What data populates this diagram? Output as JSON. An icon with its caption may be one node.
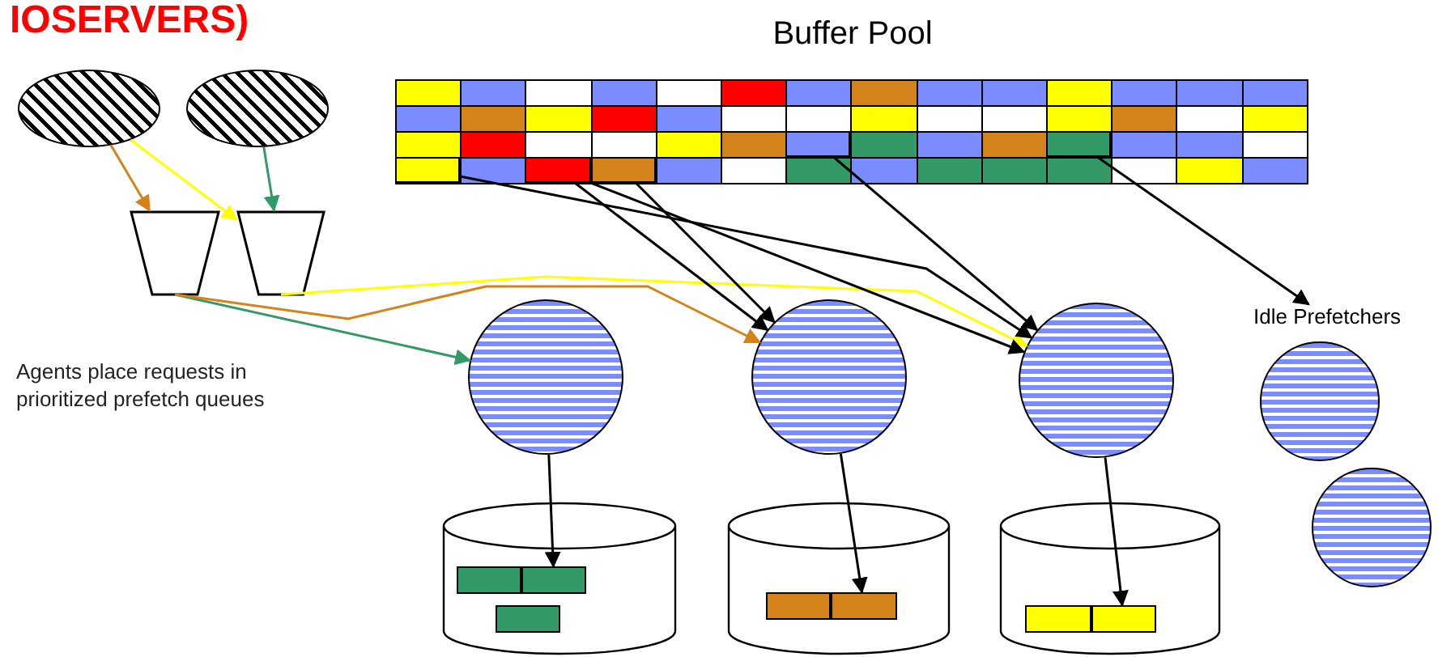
{
  "diagram": {
    "title": "IOSERVERS)",
    "nodes": [
      {
        "text": [],
        "shape": "ellipse"
      },
      {
        "text": [],
        "shape": "ellipse"
      },
      {
        "text": [
          "Buffer Pool"
        ]
      },
      {
        "text": [],
        "shape": "box",
        "in": 2
      },
      {
        "text": [],
        "shape": "box",
        "in": 2
      },
      {
        "text": [],
        "shape": "box",
        "in": 2
      },
      {
        "text": [],
        "shape": "box",
        "in": 2
      },
      {
        "text": [],
        "shape": "box",
        "in": 2
      },
      {
        "text": [],
        "shape": "trapezoid"
      },
      {
        "text": [],
        "shape": "trapezoid"
      },
      {
        "text": [],
        "shape": "circle"
      },
      {
        "text": [],
        "shape": "circle"
      },
      {
        "text": [],
        "shape": "circle"
      },
      {
        "text": [
          "Idle Prefetchers"
        ]
      },
      {
        "text": [],
        "shape": "circle"
      },
      {
        "text": [],
        "shape": "circle"
      },
      {
        "text": [],
        "shape": "cylinder"
      },
      {
        "text": [],
        "shape": "box",
        "in": 16
      },
      {
        "text": [],
        "shape": "box",
        "in": 16
      },
      {
        "text": [],
        "shape": "box",
        "in": 16
      },
      {
        "text": [],
        "shape": "cylinder"
      },
      {
        "text": [],
        "shape": "box",
        "in": 20
      },
      {
        "text": [],
        "shape": "box",
        "in": 20
      },
      {
        "text": [],
        "shape": "cylinder"
      },
      {
        "text": [],
        "shape": "box",
        "in": 23
      },
      {
        "text": [],
        "shape": "box",
        "in": 23
      }
    ],
    "edges": [
      {
        "from": 0,
        "to": 8,
        "arrow": "to",
        "color": "#d4821a"
      },
      {
        "from": 0,
        "to": 9,
        "arrow": "to",
        "color": "#ffff00"
      },
      {
        "from": 1,
        "to": 9,
        "arrow": "to",
        "color": "#339966"
      },
      {
        "from": 8,
        "to": 10,
        "arrow": "to",
        "color": "#339966"
      },
      {
        "from": 8,
        "to": 11,
        "arrow": "to",
        "color": "#d4821a"
      },
      {
        "from": 9,
        "to": 12,
        "arrow": "to",
        "color": "#ffff00"
      },
      {
        "from": 3,
        "to": 12,
        "arrow": "to"
      },
      {
        "from": 4,
        "to": 11,
        "arrow": "to"
      },
      {
        "from": 4,
        "to": 12,
        "arrow": "to"
      },
      {
        "from": 5,
        "to": 11,
        "arrow": "to"
      },
      {
        "from": 6,
        "to": 12,
        "arrow": "to"
      },
      {
        "from": 7,
        "to": 13,
        "arrow": "to"
      },
      {
        "from": 10,
        "to": 18,
        "arrow": "to"
      },
      {
        "from": 11,
        "to": 22,
        "arrow": "to"
      },
      {
        "from": 12,
        "to": 25,
        "arrow": "to"
      }
    ],
    "labels": [
      "Agents place requests in prioritized prefetch queues"
    ]
  }
}
